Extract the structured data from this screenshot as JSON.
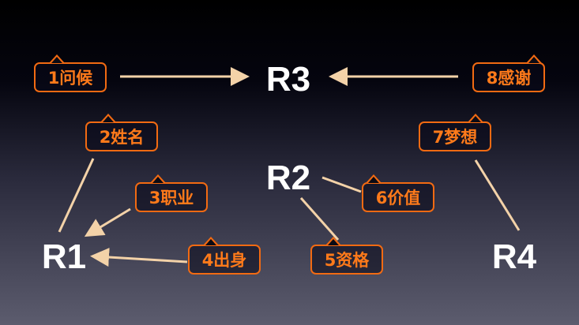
{
  "nodes": {
    "r1": "R1",
    "r2": "R2",
    "r3": "R3",
    "r4": "R4"
  },
  "tags": [
    "1问候",
    "2姓名",
    "3职业",
    "4出身",
    "5资格",
    "6价值",
    "7梦想",
    "8感谢"
  ],
  "colors": {
    "accent": "#f26a12",
    "line": "#f3d2a8",
    "text": "#ffffff"
  }
}
